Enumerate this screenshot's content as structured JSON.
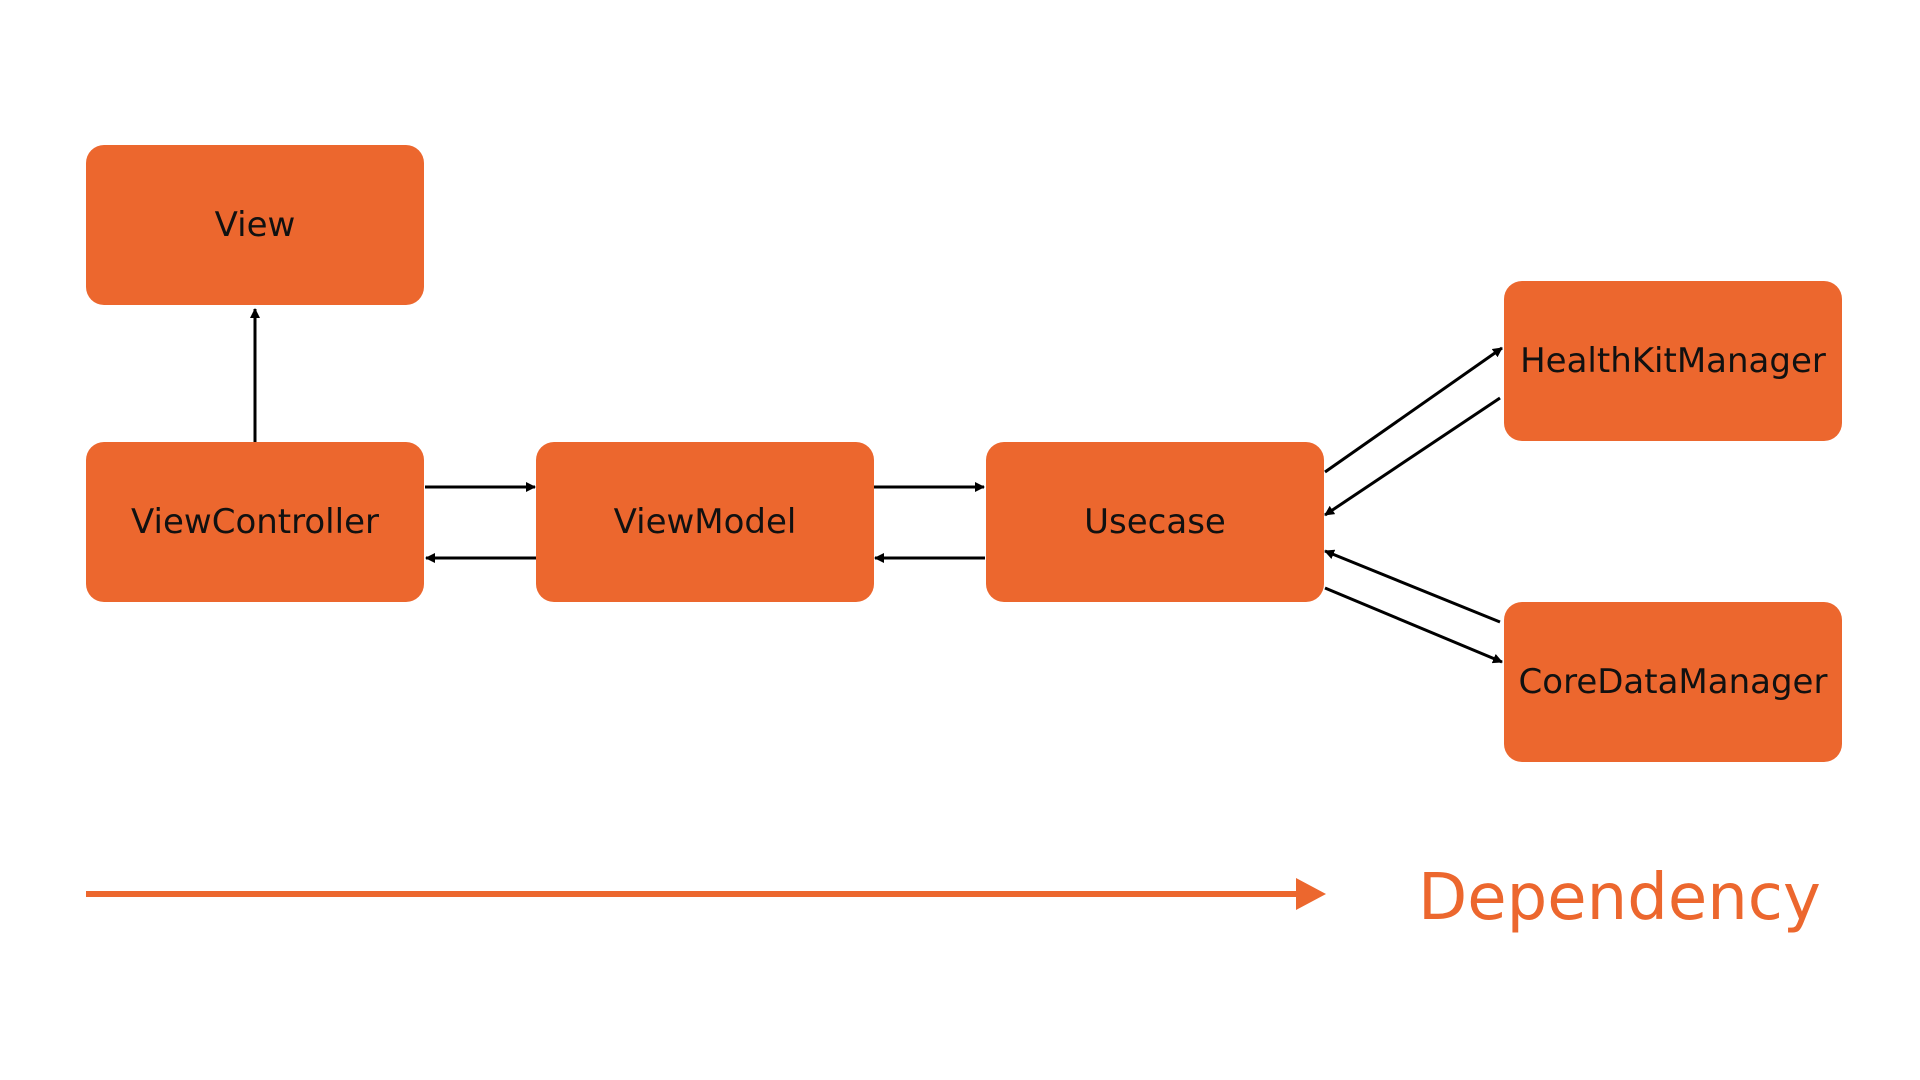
{
  "colors": {
    "node_fill": "#EC672E",
    "node_text": "#111111",
    "connector": "#000000",
    "legend": "#EC672E",
    "background": "#ffffff"
  },
  "nodes": {
    "view": "View",
    "view_controller": "ViewController",
    "view_model": "ViewModel",
    "usecase": "Usecase",
    "healthkit_manager": "HealthKitManager",
    "coredata_manager": "CoreDataManager"
  },
  "edges": [
    {
      "from": "view_controller",
      "to": "view"
    },
    {
      "from": "view_controller",
      "to": "view_model"
    },
    {
      "from": "view_model",
      "to": "view_controller"
    },
    {
      "from": "view_model",
      "to": "usecase"
    },
    {
      "from": "usecase",
      "to": "view_model"
    },
    {
      "from": "usecase",
      "to": "healthkit_manager"
    },
    {
      "from": "healthkit_manager",
      "to": "usecase"
    },
    {
      "from": "usecase",
      "to": "coredata_manager"
    },
    {
      "from": "coredata_manager",
      "to": "usecase"
    }
  ],
  "legend": {
    "label": "Dependency"
  }
}
